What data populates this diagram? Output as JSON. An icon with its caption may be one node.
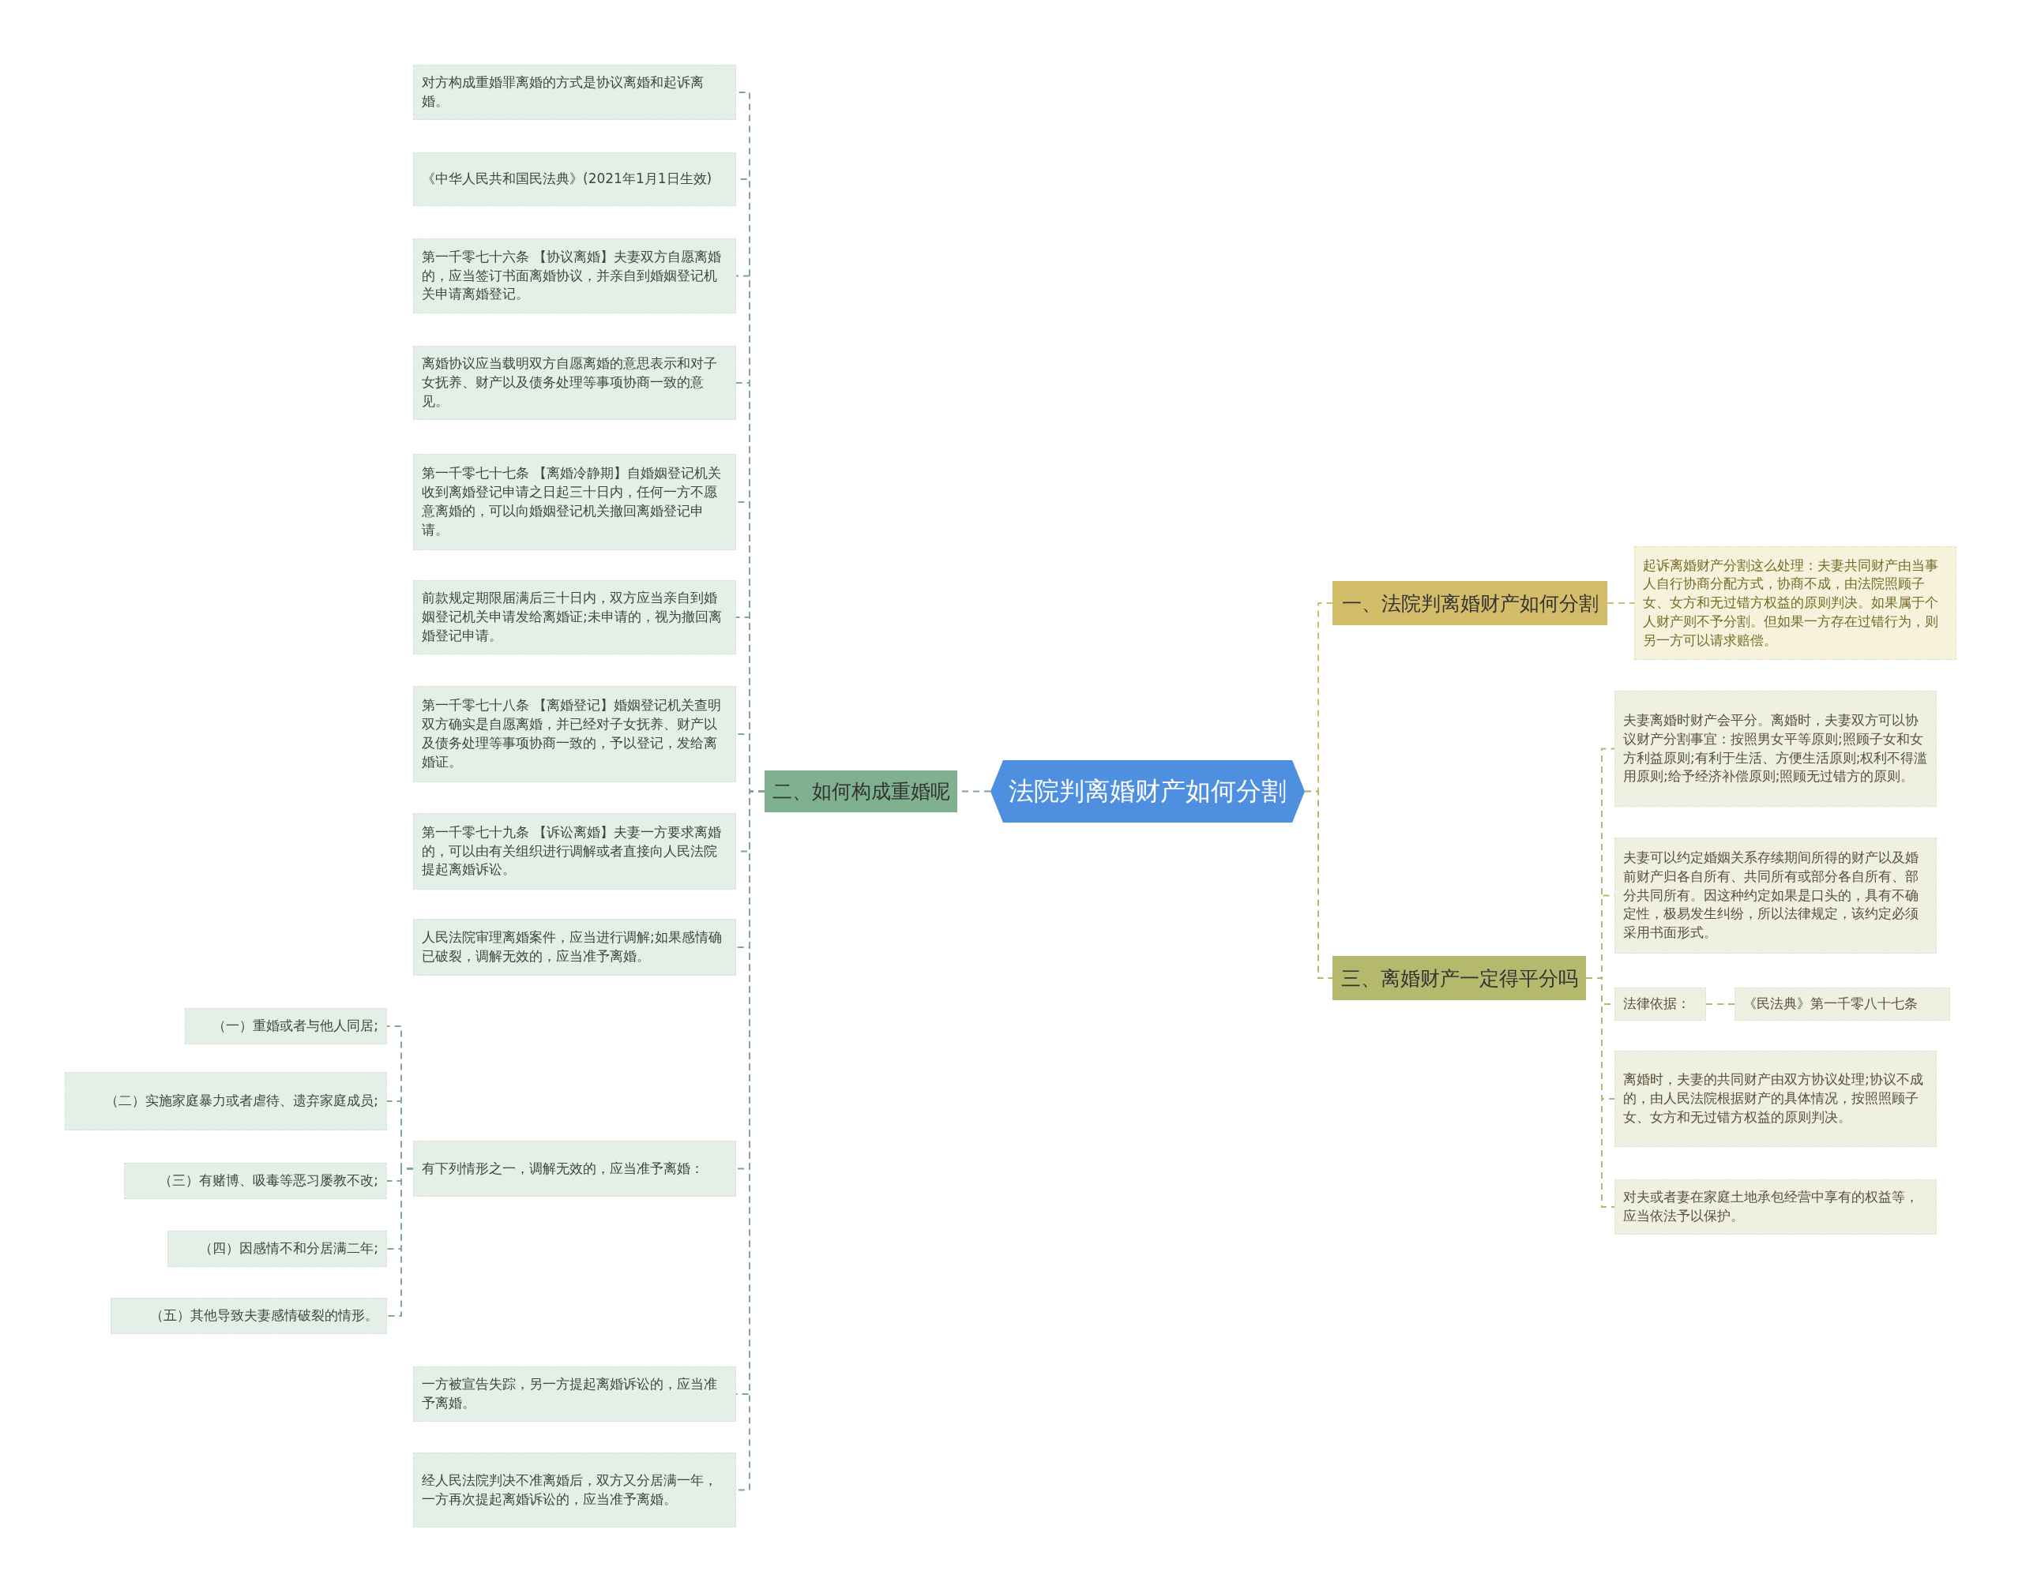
{
  "diagram": {
    "nodes": [
      {
        "text": [
          "法院判离婚财产如何分割"
        ]
      },
      {
        "text": [
          "二、如何构成重婚呢"
        ]
      },
      {
        "text": [
          "对方构成重婚罪离婚的方式是协议离婚和起诉离婚。"
        ]
      },
      {
        "text": [
          "《中华人民共和国民法典》(2021年1月1日生效)"
        ]
      },
      {
        "text": [
          "第一千零七十六条 【协议离婚】夫妻双方自愿离婚的，应当签订书面离婚协议，并亲自到婚姻登记机关申请离婚登记。"
        ]
      },
      {
        "text": [
          "离婚协议应当载明双方自愿离婚的意思表示和对子女抚养、财产以及债务处理等事项协商一致的意见。"
        ]
      },
      {
        "text": [
          "第一千零七十七条 【离婚冷静期】自婚姻登记机关收到离婚登记申请之日起三十日内，任何一方不愿意离婚的，可以向婚姻登记机关撤回离婚登记申请。"
        ]
      },
      {
        "text": [
          "前款规定期限届满后三十日内，双方应当亲自到婚姻登记机关申请发给离婚证;未申请的，视为撤回离婚登记申请。"
        ]
      },
      {
        "text": [
          "第一千零七十八条 【离婚登记】婚姻登记机关查明双方确实是自愿离婚，并已经对子女抚养、财产以及债务处理等事项协商一致的，予以登记，发给离婚证。"
        ]
      },
      {
        "text": [
          "第一千零七十九条 【诉讼离婚】夫妻一方要求离婚的，可以由有关组织进行调解或者直接向人民法院提起离婚诉讼。"
        ]
      },
      {
        "text": [
          "人民法院审理离婚案件，应当进行调解;如果感情确已破裂，调解无效的，应当准予离婚。"
        ]
      },
      {
        "text": [
          "有下列情形之一，调解无效的，应当准予离婚："
        ]
      },
      {
        "text": [
          "（一）重婚或者与他人同居;"
        ]
      },
      {
        "text": [
          "（二）实施家庭暴力或者虐待、遗弃家庭成员;"
        ]
      },
      {
        "text": [
          "（三）有赌博、吸毒等恶习屡教不改;"
        ]
      },
      {
        "text": [
          "（四）因感情不和分居满二年;"
        ]
      },
      {
        "text": [
          "（五）其他导致夫妻感情破裂的情形。"
        ]
      },
      {
        "text": [
          "一方被宣告失踪，另一方提起离婚诉讼的，应当准予离婚。"
        ]
      },
      {
        "text": [
          "经人民法院判决不准离婚后，双方又分居满一年，一方再次提起离婚诉讼的，应当准予离婚。"
        ]
      },
      {
        "text": [
          "一、法院判离婚财产如何分割"
        ]
      },
      {
        "text": [
          "起诉离婚财产分割这么处理：夫妻共同财产由当事人自行协商分配方式，协商不成，由法院照顾子女、女方和无过错方权益的原则判决。如果属于个人财产则不予分割。但如果一方存在过错行为，则另一方可以请求赔偿。"
        ]
      },
      {
        "text": [
          "三、离婚财产一定得平分吗"
        ]
      },
      {
        "text": [
          "夫妻离婚时财产会平分。离婚时，夫妻双方可以协议财产分割事宜：按照男女平等原则;照顾子女和女方利益原则;有利于生活、方便生活原则;权利不得滥用原则;给予经济补偿原则;照顾无过错方的原则。"
        ]
      },
      {
        "text": [
          "夫妻可以约定婚姻关系存续期间所得的财产以及婚前财产归各自所有、共同所有或部分各自所有、部分共同所有。因这种约定如果是口头的，具有不确定性，极易发生纠纷，所以法律规定，该约定必须采用书面形式。"
        ]
      },
      {
        "text": [
          "法律依据："
        ]
      },
      {
        "text": [
          "《民法典》第一千零八十七条"
        ]
      },
      {
        "text": [
          "离婚时，夫妻的共同财产由双方协议处理;协议不成的，由人民法院根据财产的具体情况，按照照顾子女、女方和无过错方权益的原则判决。"
        ]
      },
      {
        "text": [
          "对夫或者妻在家庭土地承包经营中享有的权益等，应当依法予以保护。"
        ]
      }
    ],
    "edges": [
      {
        "from": 0,
        "to": 1,
        "arrow": "none"
      },
      {
        "from": 1,
        "to": 2,
        "arrow": "none"
      },
      {
        "from": 1,
        "to": 3,
        "arrow": "none"
      },
      {
        "from": 1,
        "to": 4,
        "arrow": "none"
      },
      {
        "from": 1,
        "to": 5,
        "arrow": "none"
      },
      {
        "from": 1,
        "to": 6,
        "arrow": "none"
      },
      {
        "from": 1,
        "to": 7,
        "arrow": "none"
      },
      {
        "from": 1,
        "to": 8,
        "arrow": "none"
      },
      {
        "from": 1,
        "to": 9,
        "arrow": "none"
      },
      {
        "from": 1,
        "to": 10,
        "arrow": "none"
      },
      {
        "from": 1,
        "to": 11,
        "arrow": "none"
      },
      {
        "from": 11,
        "to": 12,
        "arrow": "none"
      },
      {
        "from": 11,
        "to": 13,
        "arrow": "none"
      },
      {
        "from": 11,
        "to": 14,
        "arrow": "none"
      },
      {
        "from": 11,
        "to": 15,
        "arrow": "none"
      },
      {
        "from": 11,
        "to": 16,
        "arrow": "none"
      },
      {
        "from": 1,
        "to": 17,
        "arrow": "none"
      },
      {
        "from": 1,
        "to": 18,
        "arrow": "none"
      },
      {
        "from": 0,
        "to": 19,
        "arrow": "none",
        "color": "#d4bd6a"
      },
      {
        "from": 19,
        "to": 20,
        "arrow": "none",
        "color": "#d4bd6a"
      },
      {
        "from": 0,
        "to": 21,
        "arrow": "none",
        "color": "#b4b96e"
      },
      {
        "from": 21,
        "to": 22,
        "arrow": "none",
        "color": "#b4b96e"
      },
      {
        "from": 21,
        "to": 23,
        "arrow": "none",
        "color": "#b4b96e"
      },
      {
        "from": 21,
        "to": 24,
        "arrow": "none",
        "color": "#b4b96e"
      },
      {
        "from": 24,
        "to": 25,
        "arrow": "none",
        "color": "#b4b96e"
      },
      {
        "from": 21,
        "to": 26,
        "arrow": "none",
        "color": "#b4b96e"
      },
      {
        "from": 21,
        "to": 27,
        "arrow": "none",
        "color": "#b4b96e"
      }
    ]
  }
}
